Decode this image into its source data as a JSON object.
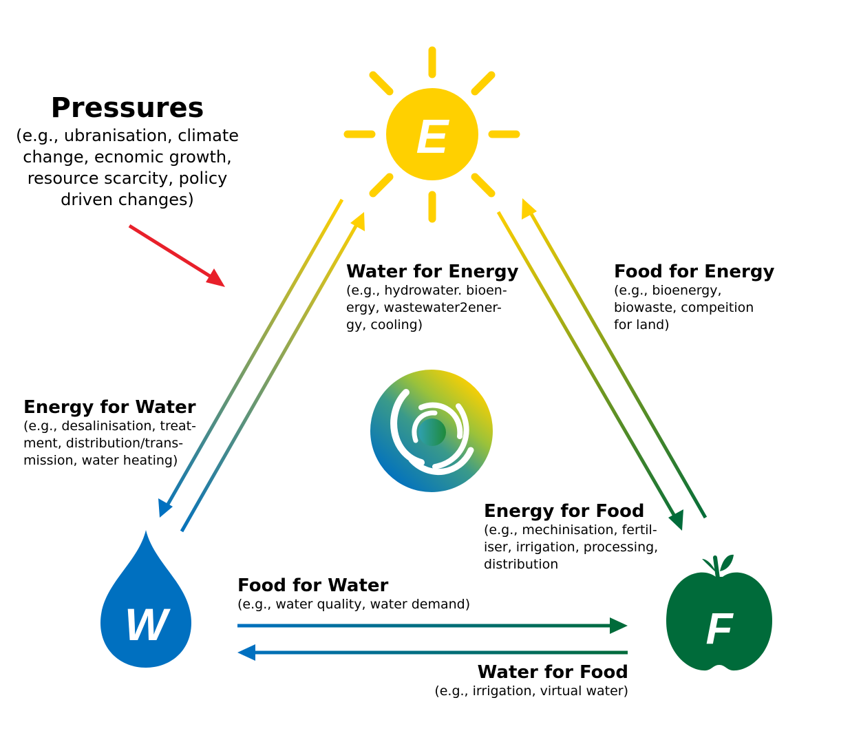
{
  "pressures": {
    "title": "Pressures",
    "text": "(e.g., ubranisation, climate\nchange, ecnomic growth,\nresource scarcity, policy\ndriven changes)"
  },
  "nodes": {
    "energy": {
      "letter": "E",
      "color": "#FFD000"
    },
    "water": {
      "letter": "W",
      "color": "#0070C0"
    },
    "food": {
      "letter": "F",
      "color": "#006B3A"
    }
  },
  "links": {
    "water_for_energy": {
      "title": "Water for Energy",
      "text": "(e.g., hydrowater. bioen-\nergy, wastewater2ener-\ngy, cooling)"
    },
    "food_for_energy": {
      "title": "Food for Energy",
      "text": "(e.g., bioenergy,\nbiowaste, compeition\nfor land)"
    },
    "energy_for_water": {
      "title": "Energy for Water",
      "text": "(e.g., desalinisation, treat-\nment, distribution/trans-\nmission, water heating)"
    },
    "energy_for_food": {
      "title": "Energy for Food",
      "text": "(e.g., mechinisation, fertil-\niser, irrigation, processing,\ndistribution"
    },
    "food_for_water": {
      "title": "Food for Water",
      "text": "(e.g., water quality, water demand)"
    },
    "water_for_food": {
      "title": "Water for Food",
      "text": "(e.g., irrigation, virtual water)"
    }
  },
  "colors": {
    "pressure_arrow": "#E8202A",
    "energy": "#FFD000",
    "water": "#0070C0",
    "food": "#006B3A"
  }
}
